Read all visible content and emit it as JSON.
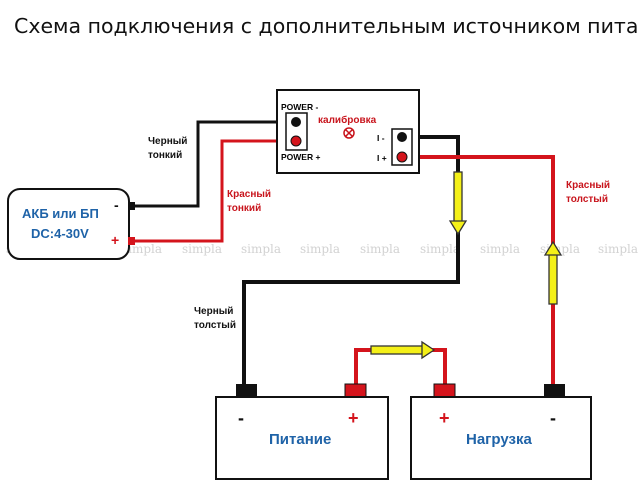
{
  "title": "Схема подключения с дополнительным источником питания",
  "module": {
    "power_minus": "POWER -",
    "power_plus": "POWER +",
    "calibration": "калибровка",
    "i_minus": "I -",
    "i_plus": "I +"
  },
  "source_box": {
    "line1": "АКБ или БП",
    "line2": "DC:4-30V",
    "minus": "-",
    "plus": "+"
  },
  "wire_labels": {
    "black_thin_1": "Черный",
    "black_thin_2": "тонкий",
    "red_thin_1": "Красный",
    "red_thin_2": "тонкий",
    "red_thick_1": "Красный",
    "red_thick_2": "толстый",
    "black_thick_1": "Черный",
    "black_thick_2": "толстый"
  },
  "battery_supply": {
    "label": "Питание",
    "minus": "-",
    "plus": "+"
  },
  "battery_load": {
    "label": "Нагрузка",
    "minus": "-",
    "plus": "+"
  },
  "watermark": "simpla",
  "colors": {
    "wire_black": "#111111",
    "wire_red": "#d4141c",
    "arrow_yellow": "#f4f018",
    "label_red": "#c8141c",
    "label_blue": "#1f63a8"
  }
}
